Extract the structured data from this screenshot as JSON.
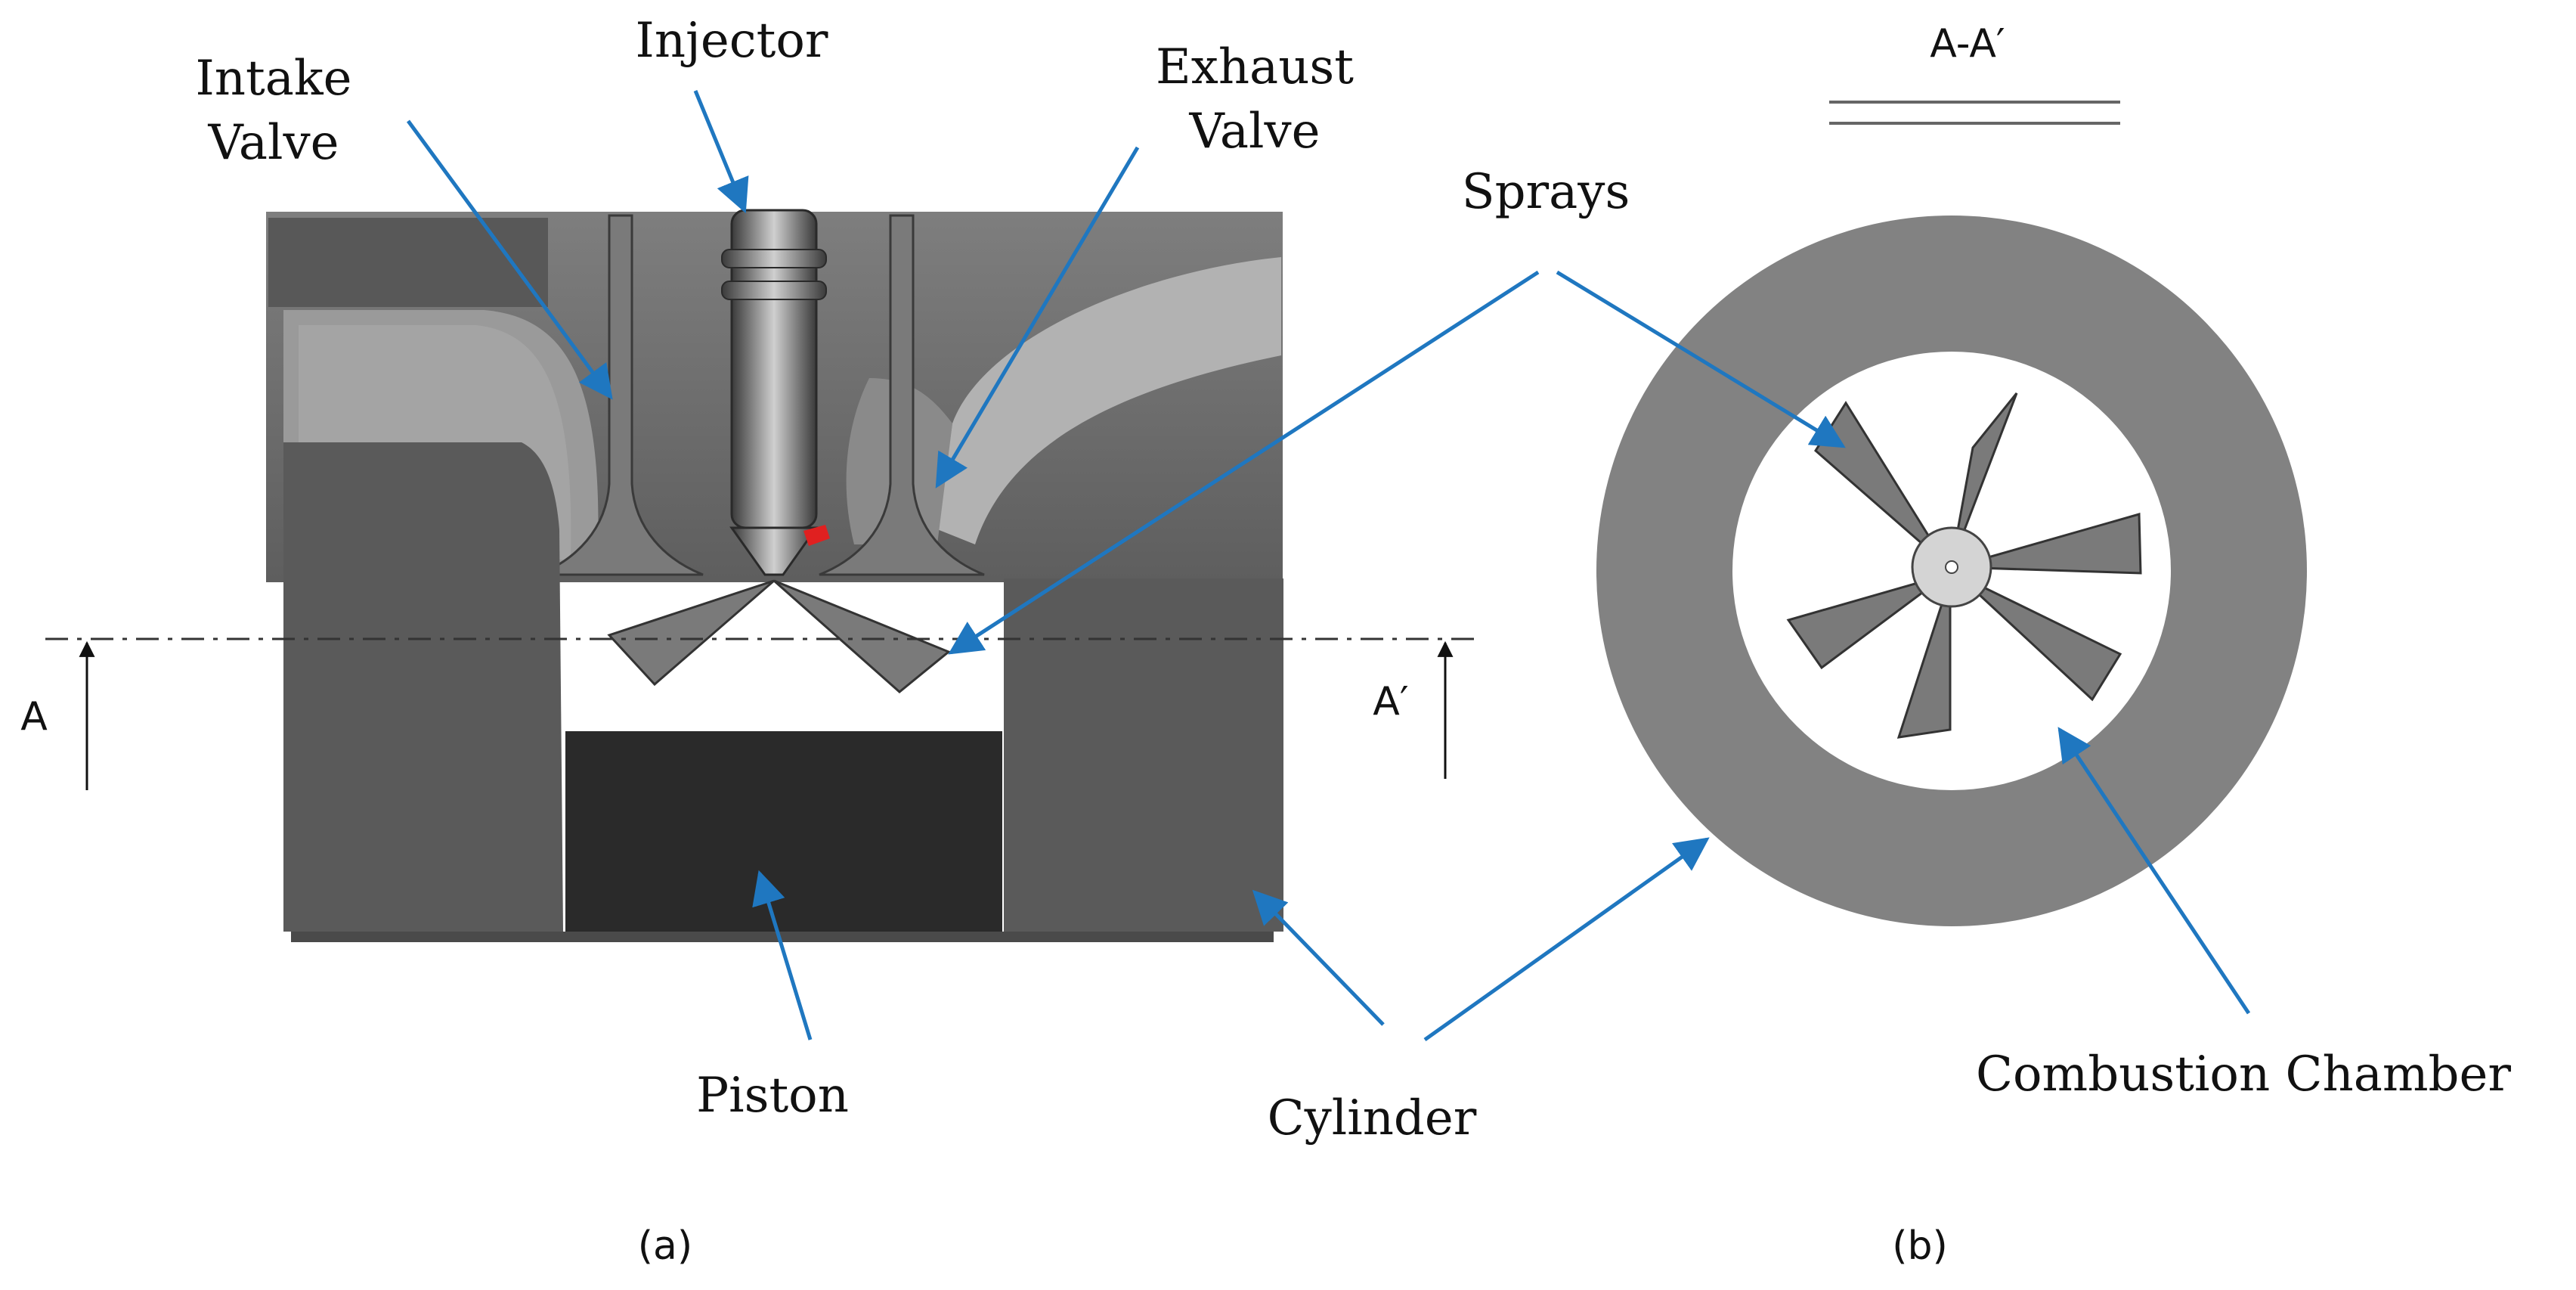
{
  "labels": {
    "intake_valve_1": "Intake",
    "intake_valve_2": "Valve",
    "injector": "Injector",
    "exhaust_valve_1": "Exhaust",
    "exhaust_valve_2": "Valve",
    "sprays": "Sprays",
    "piston": "Piston",
    "cylinder": "Cylinder",
    "combustion_chamber": "Combustion Chamber",
    "section_a": "A",
    "section_a_prime": "A′",
    "section_title": "A-A′",
    "caption_a": "(a)",
    "caption_b": "(b)"
  },
  "colors": {
    "arrow": "#1f77c0",
    "cylinder": "#5a5a5a",
    "piston": "#2a2a2a",
    "head": "#6f6f6f",
    "ring": "#828282",
    "spray": "#7a7a7a",
    "nozzle": "#d4d4d4",
    "injector_tip_marker": "#e02020"
  }
}
